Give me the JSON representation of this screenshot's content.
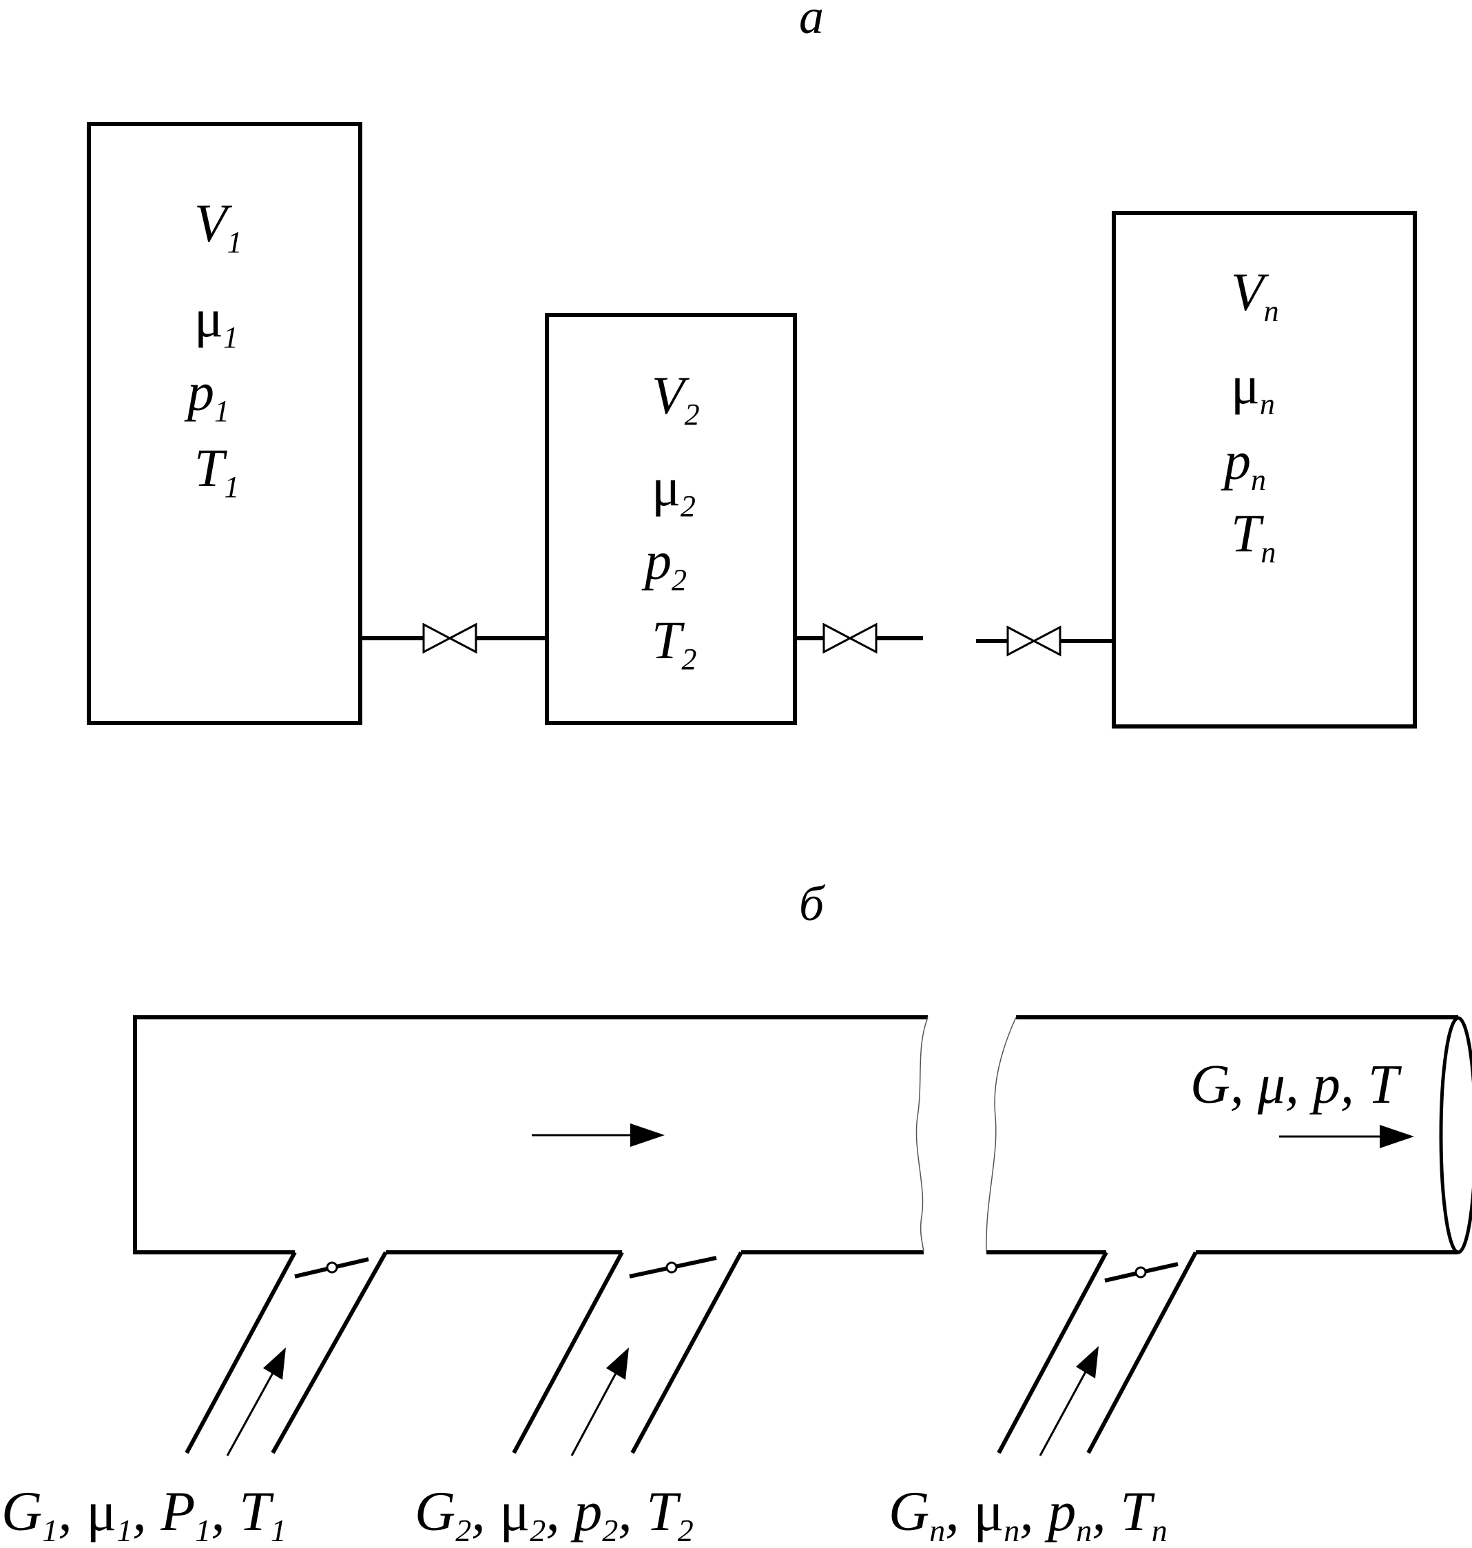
{
  "panel_a": {
    "label": "а",
    "vessels": [
      {
        "V": "V",
        "V_sub": "1",
        "mu": "μ",
        "mu_sub": "1",
        "p": "p",
        "p_sub": "1",
        "T": "T",
        "T_sub": "1"
      },
      {
        "V": "V",
        "V_sub": "2",
        "mu": "μ",
        "mu_sub": "2",
        "p": "p",
        "p_sub": "2",
        "T": "T",
        "T_sub": "2"
      },
      {
        "V": "V",
        "V_sub": "n",
        "mu": "μ",
        "mu_sub": "n",
        "p": "p",
        "p_sub": "n",
        "T": "T",
        "T_sub": "n"
      }
    ]
  },
  "panel_b": {
    "label": "б",
    "outlet_label": "G, μ, p, T",
    "inlets": [
      {
        "G": "G",
        "G_sub": "1",
        "mu": "μ",
        "mu_sub": "1",
        "p": "P",
        "p_sub": "1",
        "T": "T",
        "T_sub": "1"
      },
      {
        "G": "G",
        "G_sub": "2",
        "mu": "μ",
        "mu_sub": "2",
        "p": "p",
        "p_sub": "2",
        "T": "T",
        "T_sub": "2"
      },
      {
        "G": "G",
        "G_sub": "n",
        "mu": "μ",
        "mu_sub": "n",
        "p": "p",
        "p_sub": "n",
        "T": "T",
        "T_sub": "n"
      }
    ]
  }
}
